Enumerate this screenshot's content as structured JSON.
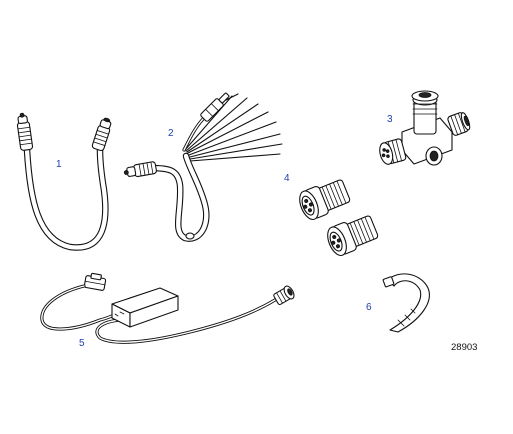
{
  "figure": {
    "reference_number": "28903",
    "parts": [
      {
        "callout": "1",
        "icon": "drop-cable-icon"
      },
      {
        "callout": "2",
        "icon": "wiring-harness-icon"
      },
      {
        "callout": "3",
        "icon": "t-connector-icon"
      },
      {
        "callout": "4",
        "icon": "terminator-plug-icon"
      },
      {
        "callout": "5",
        "icon": "interface-module-icon"
      },
      {
        "callout": "6",
        "icon": "cable-tie-icon"
      }
    ]
  }
}
